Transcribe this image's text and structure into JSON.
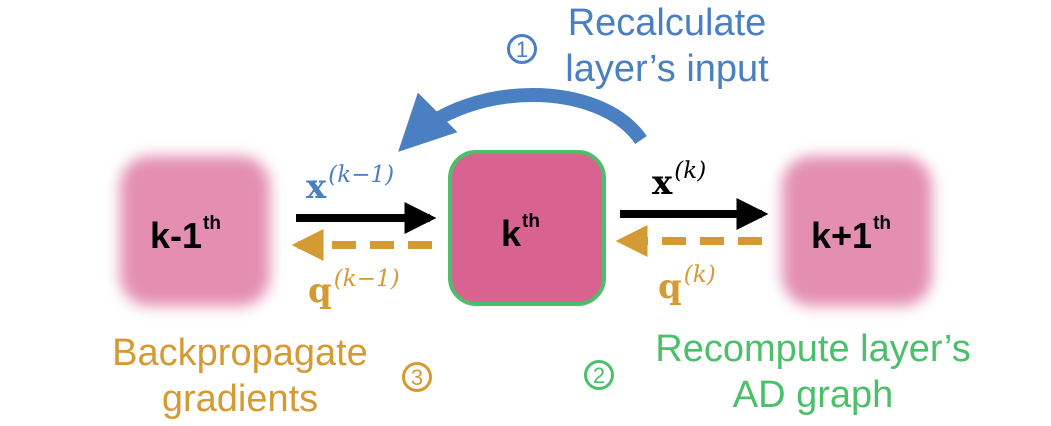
{
  "blocks": {
    "prev": {
      "label": "k-1",
      "sup": "th"
    },
    "current": {
      "label": "k",
      "sup": "th"
    },
    "next": {
      "label": "k+1",
      "sup": "th"
    }
  },
  "vars": {
    "x_prev": {
      "base": "x",
      "sup": "(k−1)"
    },
    "x_curr": {
      "base": "x",
      "sup": "(k)"
    },
    "q_prev": {
      "base": "q",
      "sup": "(k−1)"
    },
    "q_curr": {
      "base": "q",
      "sup": "(k)"
    }
  },
  "steps": {
    "step1": {
      "number": "1",
      "line1": "Recalculate",
      "line2": "layer’s input"
    },
    "step2": {
      "number": "2",
      "line1": "Recompute layer’s",
      "line2": "AD graph"
    },
    "step3": {
      "number": "3",
      "line1": "Backpropagate",
      "line2": "gradients"
    }
  },
  "colors": {
    "blue": "#4a7fc1",
    "green": "#4cbf6a",
    "orange": "#d49a34",
    "block_center": "#d96390",
    "block_blur": "#e48fb2"
  }
}
